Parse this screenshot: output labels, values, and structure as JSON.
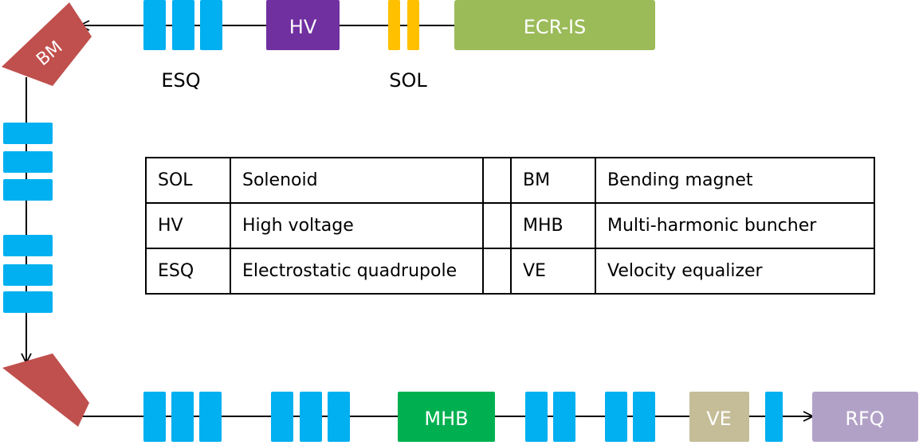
{
  "labels": {
    "ecr": "ECR-IS",
    "hv": "HV",
    "bm_top": "BM",
    "esq": "ESQ",
    "sol": "SOL",
    "mhb": "MHB",
    "ve": "VE",
    "rfq": "RFQ"
  },
  "legend": [
    {
      "abbr": "SOL",
      "full": "Solenoid",
      "abbr2": "BM",
      "full2": "Bending  magnet"
    },
    {
      "abbr": "HV",
      "full": "High  voltage",
      "abbr2": "MHB",
      "full2": "Multi-harmonic  buncher"
    },
    {
      "abbr": "ESQ",
      "full": "Electrostatic quadrupole",
      "abbr2": "VE",
      "full2": "Velocity equalizer"
    }
  ],
  "colors": {
    "esq": "#00b0f0",
    "sol": "#ffc000",
    "hv": "#7030a0",
    "ecr": "#9bbb59",
    "bm": "#c0504d",
    "mhb": "#00b050",
    "ve": "#c4bd97",
    "rfq": "#b2a1c7",
    "line": "#000000"
  }
}
